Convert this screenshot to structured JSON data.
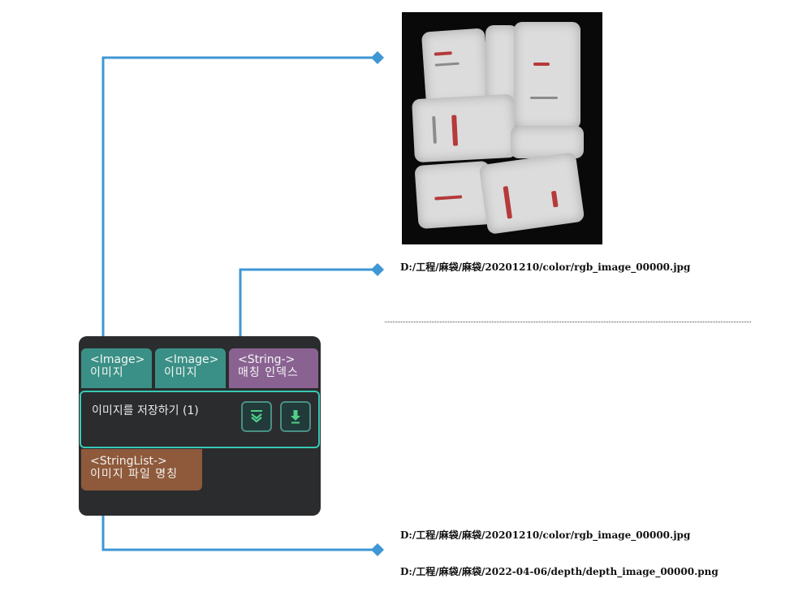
{
  "node": {
    "inputs": [
      {
        "type": "<Image>",
        "label": "이미지"
      },
      {
        "type": "<Image>",
        "label": "이미지"
      },
      {
        "type": "<String->",
        "label": "매칭 인덱스"
      }
    ],
    "title": "이미지를 저장하기 (1)",
    "buttons": [
      {
        "icon": "double-chevron-down-icon"
      },
      {
        "icon": "download-arrow-icon"
      }
    ],
    "output": {
      "type": "<StringList->",
      "label": "이미지 파일 명칭"
    }
  },
  "annotations": {
    "image_preview": "bag-pallet-photo",
    "string_input_value": "D:/工程/麻袋/麻袋/20201210/color/rgb_image_00000.jpg",
    "output_values": [
      "D:/工程/麻袋/麻袋/20201210/color/rgb_image_00000.jpg",
      "D:/工程/麻袋/麻袋/2022-04-06/depth/depth_image_00000.png"
    ]
  },
  "colors": {
    "connector": "#3f97d4",
    "port_image": "#3a9086",
    "port_string": "#8a6292",
    "port_stringlist": "#8e5a3b",
    "node_bg": "#2b2c2e",
    "node_border_active": "#38c9b6"
  }
}
